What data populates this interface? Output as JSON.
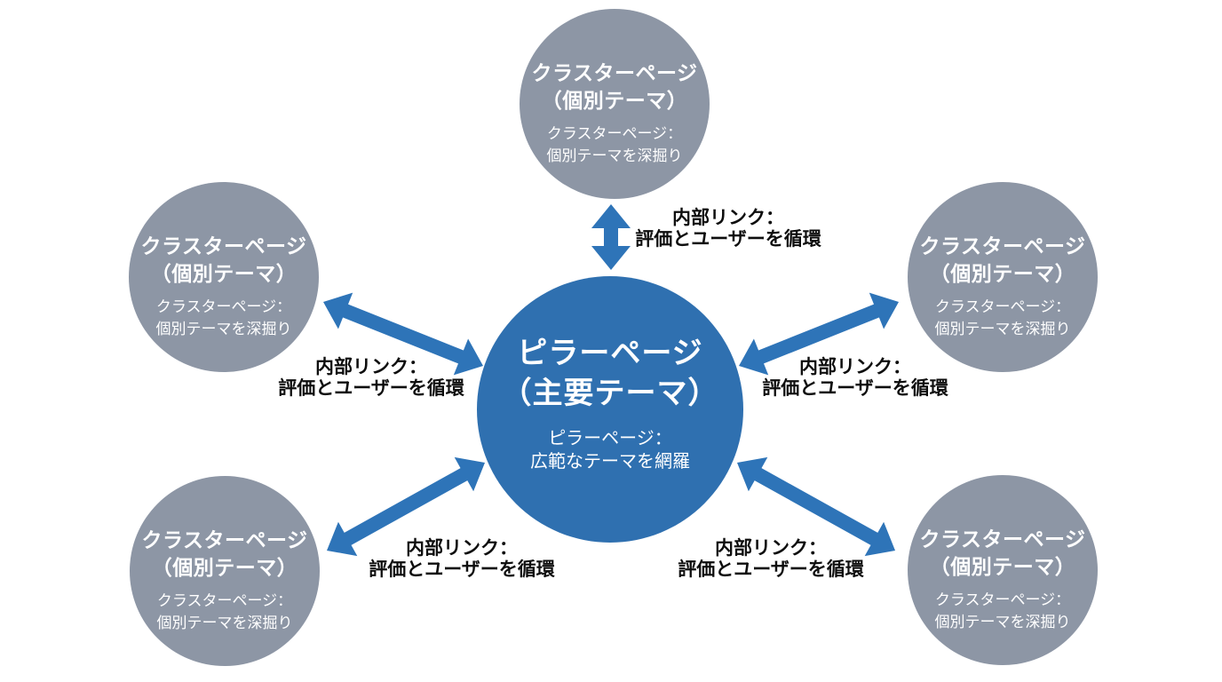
{
  "colors": {
    "background": "#ffffff",
    "pillar_circle": "#2f70b0",
    "cluster_circle": "#8d96a5",
    "arrow": "#2e74b8",
    "node_text": "#ffffff",
    "label_text": "#0e0e0e"
  },
  "icons": {
    "link_arrow": "double-headed-arrow"
  },
  "pillar": {
    "title_line1": "ピラーページ",
    "title_line2": "（主要テーマ）",
    "subtitle_line1": "ピラーページ：",
    "subtitle_line2": "広範なテーマを網羅"
  },
  "clusters": [
    {
      "position": "top",
      "title_line1": "クラスターページ",
      "title_line2": "（個別テーマ）",
      "subtitle_line1": "クラスターページ：",
      "subtitle_line2": "個別テーマを深掘り"
    },
    {
      "position": "top-left",
      "title_line1": "クラスターページ",
      "title_line2": "（個別テーマ）",
      "subtitle_line1": "クラスターページ：",
      "subtitle_line2": "個別テーマを深掘り"
    },
    {
      "position": "top-right",
      "title_line1": "クラスターページ",
      "title_line2": "（個別テーマ）",
      "subtitle_line1": "クラスターページ：",
      "subtitle_line2": "個別テーマを深掘り"
    },
    {
      "position": "bottom-left",
      "title_line1": "クラスターページ",
      "title_line2": "（個別テーマ）",
      "subtitle_line1": "クラスターページ：",
      "subtitle_line2": "個別テーマを深掘り"
    },
    {
      "position": "bottom-right",
      "title_line1": "クラスターページ",
      "title_line2": "（個別テーマ）",
      "subtitle_line1": "クラスターページ：",
      "subtitle_line2": "個別テーマを深掘り"
    }
  ],
  "links": [
    {
      "position": "top",
      "label_line1": "内部リンク：",
      "label_line2": "評価とユーザーを循環"
    },
    {
      "position": "left",
      "label_line1": "内部リンク：",
      "label_line2": "評価とユーザーを循環"
    },
    {
      "position": "right",
      "label_line1": "内部リンク：",
      "label_line2": "評価とユーザーを循環"
    },
    {
      "position": "bottom-left",
      "label_line1": "内部リンク：",
      "label_line2": "評価とユーザーを循環"
    },
    {
      "position": "bottom-right",
      "label_line1": "内部リンク：",
      "label_line2": "評価とユーザーを循環"
    }
  ]
}
